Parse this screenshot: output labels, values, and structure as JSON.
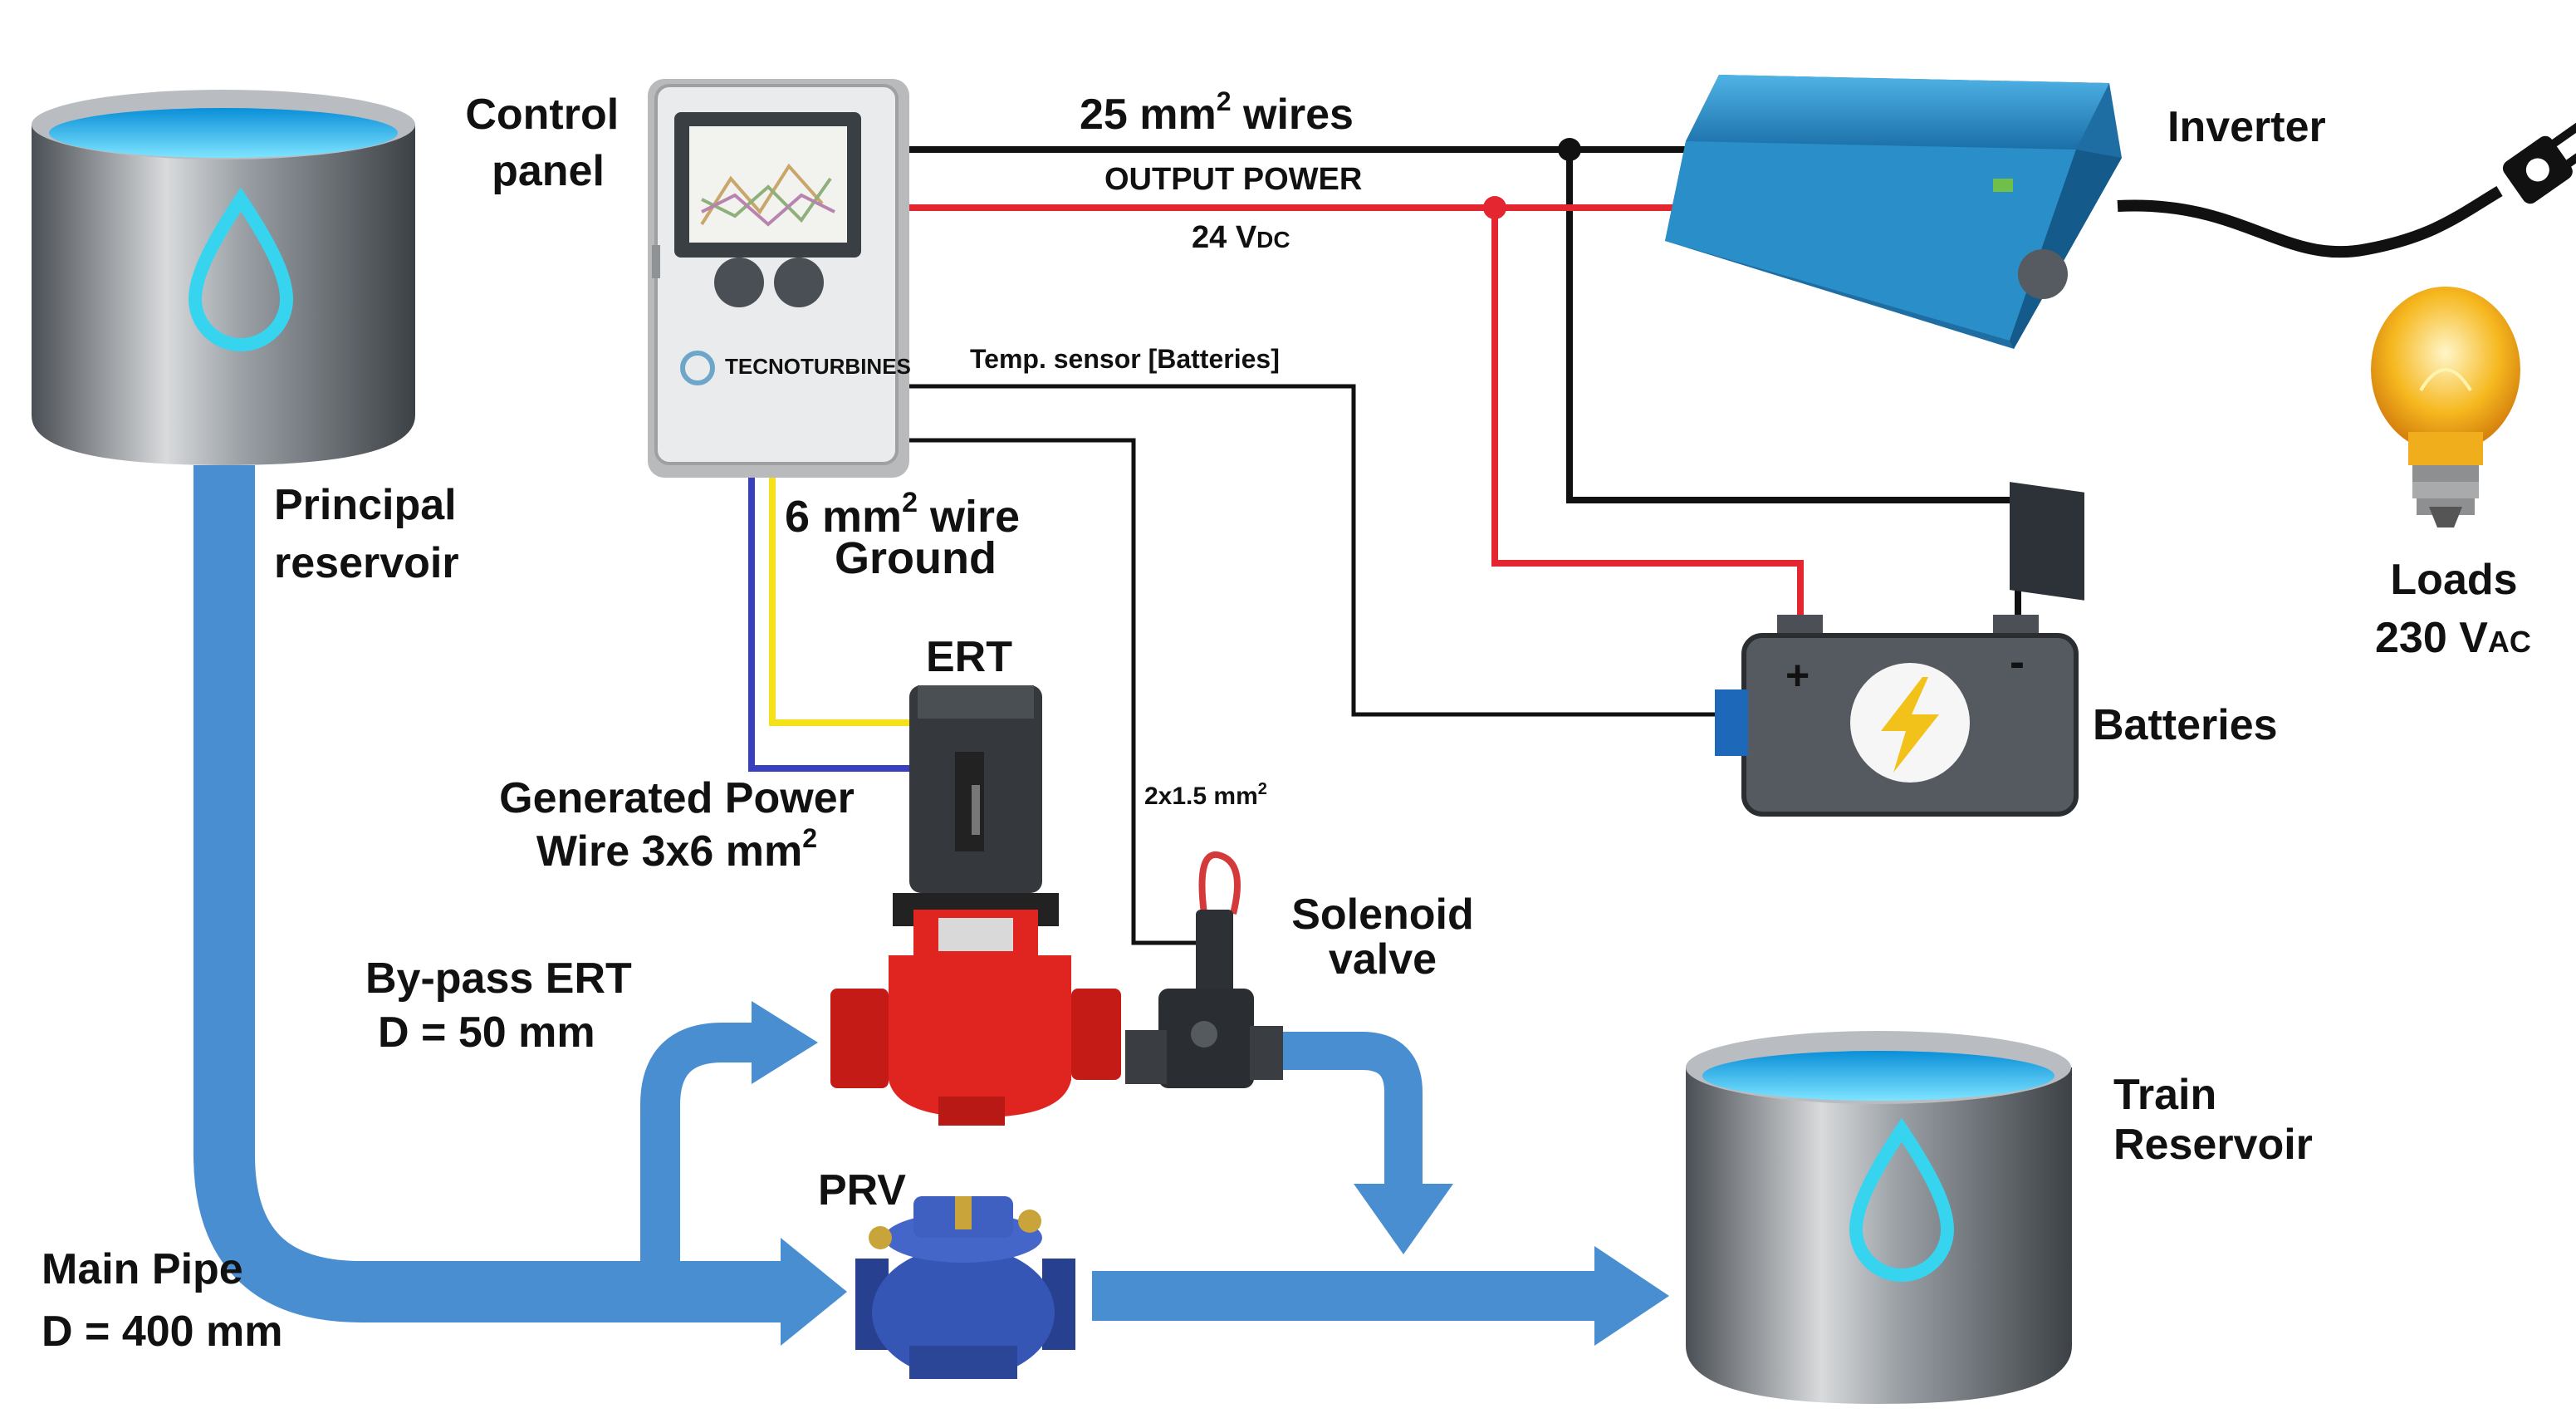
{
  "labels": {
    "control_panel": [
      "Control",
      "panel"
    ],
    "wires_25": "25 mm",
    "wires_25_sup": "2",
    "wires_25_suffix": " wires",
    "output_power": "OUTPUT POWER",
    "voltage_dc": "24 V",
    "voltage_dc_sub": "DC",
    "temp_sensor": "Temp. sensor [Batteries]",
    "inverter": "Inverter",
    "wire_6": "6 mm",
    "wire_6_sup": "2",
    "wire_6_suffix": " wire",
    "ground": "Ground",
    "principal_reservoir": [
      "Principal",
      "reservoir"
    ],
    "loads": "Loads",
    "loads_voltage": "230 V",
    "loads_voltage_sub": "AC",
    "ert": "ERT",
    "batteries": "Batteries",
    "generated_power": [
      "Generated Power",
      "Wire 3x6 mm"
    ],
    "generated_power_sup": "2",
    "cable_2x15": "2x1.5 mm",
    "cable_2x15_sup": "2",
    "solenoid_valve": [
      "Solenoid",
      "valve"
    ],
    "bypass": [
      "By-pass ERT",
      "D = 50 mm"
    ],
    "prv": "PRV",
    "train_reservoir": [
      "Train",
      "Reservoir"
    ],
    "main_pipe": [
      "Main Pipe",
      "D = 400 mm"
    ],
    "panel_brand": "TECNOTURBINES",
    "battery_plus": "+",
    "battery_minus": "-"
  },
  "colors": {
    "water_pipe": "#4a8ed2",
    "wire_dc_negative": "#111111",
    "wire_dc_positive": "#e32630",
    "wire_yellow": "#f5e11a",
    "wire_blue": "#3a3fc0",
    "inverter_body": "#2a8fc8",
    "pump_red": "#e0241f",
    "battery_body": "#555a60",
    "bolt": "#f2c21b"
  },
  "icons": [
    "water-drop-icon",
    "plug-icon",
    "light-bulb-icon",
    "lightning-bolt-icon"
  ]
}
